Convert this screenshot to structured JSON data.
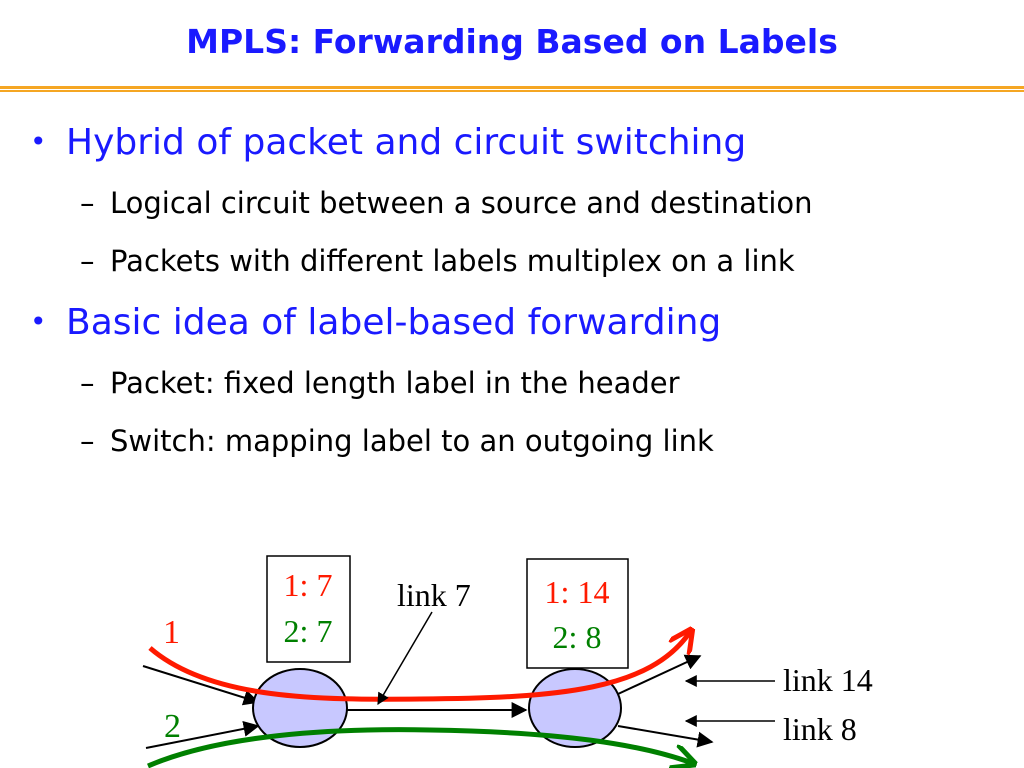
{
  "slide": {
    "title": "MPLS: Forwarding Based on Labels",
    "bullets": [
      {
        "text": "Hybrid of packet and circuit switching",
        "subs": [
          "Logical circuit between a source and destination",
          "Packets with different labels multiplex on a link"
        ]
      },
      {
        "text": "Basic idea of label-based forwarding",
        "subs": [
          "Packet: fixed length label in the header",
          "Switch: mapping label to an outgoing link"
        ]
      }
    ],
    "bullet_symbol": "•",
    "dash_symbol": "–"
  },
  "diagram": {
    "table_left": {
      "row1": "1: 7",
      "row2": "2: 7"
    },
    "table_right": {
      "row1": "1: 14",
      "row2": "2: 8"
    },
    "flow_labels": {
      "flow1": "1",
      "flow2": "2"
    },
    "link_labels": {
      "link7": "link 7",
      "link14": "link 14",
      "link8": "link 8"
    },
    "colors": {
      "flow1": "#ff1a00",
      "flow2": "#008000",
      "node_fill": "#c8c8ff",
      "accent": "#1a1aff",
      "rule": "#f5a623"
    }
  }
}
